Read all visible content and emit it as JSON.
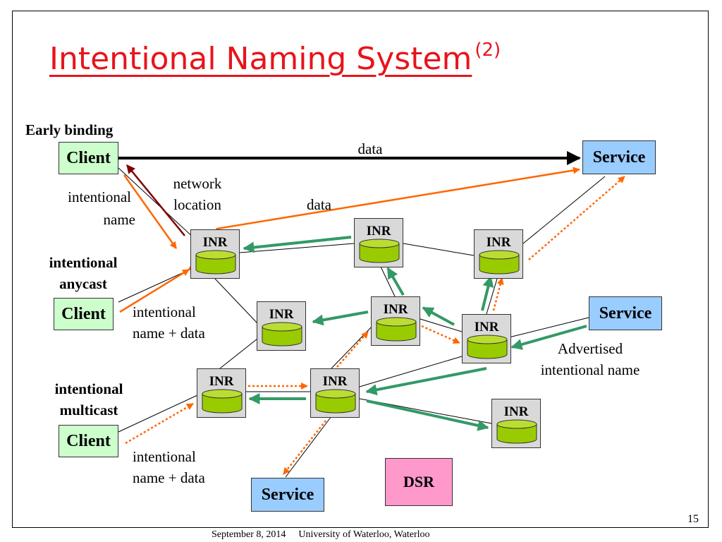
{
  "slide": {
    "title": "Intentional Naming System",
    "title_sup": "(2)",
    "page_number": "15",
    "footer_date": "September 8, 2014",
    "footer_org": "University of Waterloo, Waterloo"
  },
  "sections": {
    "early_binding": "Early binding",
    "anycast_line1": "intentional",
    "anycast_line2": "anycast",
    "multicast_line1": "intentional",
    "multicast_line2": "multicast"
  },
  "boxes": {
    "client": "Client",
    "service": "Service",
    "inr": "INR",
    "dsr": "DSR"
  },
  "labels": {
    "data": "data",
    "network_location_1": "network",
    "network_location_2": "location",
    "intentional_name_1": "intentional",
    "intentional_name_2": "name",
    "name_plus_data_1": "intentional",
    "name_plus_data_2": "name + data",
    "advertised_1": "Advertised",
    "advertised_2": "intentional name"
  },
  "colors": {
    "title": "#e8141b",
    "client_fill": "#ccffcc",
    "service_fill": "#99ccff",
    "inr_fill": "#d9d9d9",
    "cylinder_fill": "#99cc00",
    "dsr_fill": "#ff99cc",
    "green_arrow": "#339966",
    "orange_arrow": "#ff6600",
    "dark_red_arrow": "#800000",
    "black_arrow": "#000000"
  }
}
